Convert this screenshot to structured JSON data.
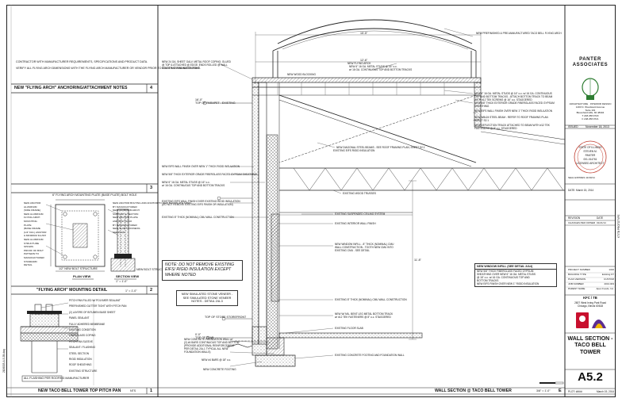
{
  "left_notes": {
    "line1": "CONTRACTOR WITH MANUFACTURER REQUIREMENTS, SPECIFICATIONS AND PRODUCT DATA.",
    "line2": "VERIFY ALL FLYING ARCH DIMENSIONS WITH THE FLYING ARCH MANUFACTURER OR VENDOR PRIOR TO EXISTING FRAMES DURING."
  },
  "panel4": {
    "title": "NEW \"FLYING ARCH\" ANCHORING/ATTACHMENT NOTES",
    "number": "4"
  },
  "panel3": {
    "number": "3"
  },
  "panel2": {
    "title": "\"FLYING ARCH\" MOUNTING DETAIL",
    "number": "2",
    "scale": "1\" = 1'-0\"",
    "plan_label": "PLAN VIEW",
    "section_label": "SECTION VIEW",
    "top_note": "6\" FLYING ARCH MOUNTING PLATE (BASE PLATE) BOLT HOLE",
    "notes_left": [
      "NEW ANCHOR",
      "ALUMINUM",
      "(SIDE FRAME)",
      "NEW ALUMINUM",
      "FLYING ARCH",
      "MOUNTING",
      "PLATE",
      "(BASE FRAME",
      "(1/4\" DIA.) ANCHOR",
      "& MINIMUM FLUSH",
      "NEW ALUMINUM",
      "STRUCTURE",
      "SHOWN",
      "PROOF OF BOLT",
      "PATTERN TO",
      "MANUFACTURER",
      "STANDARD",
      "DETAIL"
    ],
    "notes_right": [
      "NEW ANCHOR BOLTING AND ANCHOR TO NEW BACKPLATE SIZED",
      "BY MANUFACTURER",
      "NEW ALUMINUM ARCH",
      "SUPPORT & SECTION",
      "NEW ANCHOR PLATE",
      "AND BOLT ALSO",
      "BY MANUFACTURER",
      "NEW SLAB THICKNESS",
      "SEE PLAN"
    ],
    "bottom_note": "NEW BOLT STRUCTURE PER MANUFACTURER",
    "under_plan": "1/2\" NEW BOLT STRUCTURE"
  },
  "panel1": {
    "title": "NEW TACO BELL TOWER TOP PITCH PAN",
    "scale": "NTS",
    "number": "1",
    "notes": [
      "PITCH PAN FILLED W/ POLYMER SEALANT",
      "PREFINISHED GUTTER TIGHT WITH PITCH PAN",
      "(2) LAYERS OF BITUMEN BASE SHEET",
      "PANEL SEALANT",
      "FULLY ADHERED MEMBRANE",
      "EXISTING CONDITION",
      "FIBERGLASS COPING",
      "PITCH PAN SLEEVE",
      "SEALANT / FLASHING",
      "STEEL SECTION",
      "RIGID INSULATION",
      "ROOF SHEATHING",
      "EXISTING STRUCTURE"
    ],
    "bottom_note": "ALL FLASHING PER ROOFING MANUFACTURER"
  },
  "section": {
    "title": "WALL SECTION @ TACO BELL TOWER",
    "scale": "3/8\" = 1'-0\"",
    "number": "E",
    "callouts_left": [
      "NEW 24 GA. SHEET GALV. METAL ROOF COPING; GLUED",
      "@ TOP & ATTACHED @ EDGE; ENDS ROLLED @ WALL",
      "SOLDER SEAMS WATER TIGHT",
      "NEW EIFS WALL FINISH OVER NEW 1\" THICK RIGID INSULATION",
      "NEW 5/8\" THICK EXTERIOR GRADE FIBERGLASS FACED GYPSUM SHEATHING",
      "NEW 6\" 16 GA. METAL STUDS @ 16\" o.c.",
      "w/ 16 GA. CONTINUOUS TOP AND BOTTOM TRACKS",
      "EXISTING EIFS WALL FINISH OVER EXISTING RIGID INSULATION",
      "(DO NOT REMOVE EXISTING EIFS FINISH OR INSULATION)",
      "EXISTING 8\" THICK (NOMINAL) CMU WALL CONSTRUCTION",
      "NEW CONCRETE FOUNDATION WALL w/",
      "(2) #4 BARS CONTINUOUS TOP AND BOTTOM",
      "(PROVIDE ADDITIONAL REINFORCEMENT",
      "PER DETAIL 2/A-1 TYPICAL ALL NEW",
      "FOUNDATION WALLS)",
      "NEW #4 BARS @ 18\" o.c.",
      "NEW CONCRETE FOOTING"
    ],
    "callouts_right": [
      "NEW PREFINISHED & PRE-MANUFACTURED TACO BELL FLYING ARCH",
      "NEW FLYING ARCH",
      "NEW 6\" 16 GA. METAL STUDS @ 16\" o.c.",
      "w/ 16 GA. CONTINUOUS TOP AND BOTTOM TRACKS",
      "NEW WOOD BLOCKING",
      "NEW 6\" 16 GA. METAL STUDS @ 16\" o.c. w/ 16 GA. CONTINUOUS",
      "TOP AND BOTTOM TRACKS - ATTACH BOTTOM TRACK TO BEAM",
      "WITH #12 TEK SCREWS @ 16\" o.c. STAGGERED",
      "NEW 5/8\" THICK EXTERIOR GRADE FIBERGLASS FACED GYPSUM",
      "SHEATHING",
      "NEW EIFS WALL FINISH OVER NEW 1\" THICK RIGID INSULATION",
      "NEW W8x24 STEEL BEAM - REFER TO ROOF FRAMING PLAN",
      "SHEET S2.1",
      "NEW DEFLECTION TRACK ATTACHED TO BEAM WITH #12 TEK",
      "FASTENERS @ 8\" o.c. STAGGERED",
      "NEW DIAGONAL STEEL BEAMS - SEE ROOF FRAMING PLAN, SHEET S2.1",
      "EXISTING EIFS RIGID INSULATION",
      "EXISTING WOOD TRUSSES",
      "EXISTING SUSPENDED CEILING SYSTEM",
      "EXISTING INTERIOR WALL FINISH",
      "NEW WINDOW INFILL - 8\" THICK (NOMINAL) CMU",
      "WALL CONSTRUCTION - TOOTH NEW CMU INTO",
      "EXISTING CMU - SEE DETAIL",
      "EXISTING 8\" THICK (NOMINAL) CMU WALL CONSTRUCTION",
      "NEW W/ MIL. BENT LEG METAL BOTTOM TRACK",
      "w/ #12 TEK FASTENERS @ 8\" o.c. STAGGERED",
      "EXISTING FLOOR SLAB",
      "EXISTING CONCRETE FOOTING AND FOUNDATION WALL"
    ],
    "elev_top_parapet": "TOP OF PARAPET - EXISTING",
    "elev_top_parapet_val": "16'-0\"",
    "elev_top_store": "TOP OF STORE STOREFRONT",
    "elev_top_slab": "TOP OF SLAB",
    "elev_top_slab_val": "0'-0\"",
    "dim_top": "15'-5\"",
    "dim_mid": "12'-6\"",
    "dim_vert": "11'-8\"",
    "note_box": "NOTE: DO NOT REMOVE EXISTING EIFS/ RIGID INSULATION EXCEPT WHERE NOTED",
    "sim_box": "NEW SIMULATED STONE VENEER - SEE SIMULATED STONE VENEER NOTES - DETAIL 2/A-3",
    "infill_box_title": "NEW WINDOW INFILL (SEE DETAIL 2/A4)",
    "infill_box_lines": [
      "NEW 5/8\" THICK FIBERGLASS FACED GYPSUM",
      "SHEATHING OVER NEW 6\" 16 GA. METAL STUDS",
      "@ 16\" o.c. w/ 16 GA. CONTINUOUS TOP AND",
      "BOTTOM TRACKS",
      "NEW EIFS FINISH OVER NEW 1\" RIGID INSULATION"
    ]
  },
  "title_block": {
    "firm": "PANTER ASSOCIATES",
    "firm_sub": [
      "ARCHITECTURE · INTERIOR DESIGN",
      "1400 N. Woodward Avenue",
      "Suite 101",
      "Bloomfield Hills, MI 48304",
      "T 248.258.9720",
      "F 248.258.9721"
    ],
    "issued": "ISSUED",
    "issued_date": "November 18, 2013",
    "seal_text": [
      "STATE OF ILLINOIS",
      "STEVEN M.",
      "PANTER",
      "001-014761",
      "LICENSED ARCHITECT"
    ],
    "stamp_lines": [
      "SEAL EXPIRES 11/30/14"
    ],
    "dates": [
      "DATE: March 15, 2014"
    ],
    "rev_header": [
      "REVISION",
      "DATE"
    ],
    "revisions": [
      [
        "CHANGES PER OWNER",
        "01/21/14"
      ]
    ],
    "project_rows": [
      [
        "PROJECT NUMBER",
        "1316"
      ],
      [
        "BUILDING TYPE",
        "Existing KT"
      ],
      [
        "PLAN VERSION",
        "CUSTOM"
      ],
      [
        "JOB NUMBER",
        "2013.003"
      ],
      [
        "PARENT NAME",
        "Apex Foods, Inc."
      ]
    ],
    "store": "KFC / TB",
    "address": [
      "2807 West Irving Park Road",
      "Chicago, Illinois 60618"
    ],
    "sheet_title": "WALL SECTION - TACO BELL TOWER",
    "sheet_number": "A5.2",
    "footer": [
      "PLOT: ##/##",
      "March 19, 2014"
    ],
    "side_text": "KT/TB PROTOTYPE"
  },
  "edge_code": "2106003-A-5.2B.dwg",
  "colors": {
    "line": "#1a1a1a",
    "concrete": "#bdbdbd",
    "hatch": "#555555",
    "kfc_red": "#c8102e",
    "tb_purple": "#5c2d91"
  }
}
